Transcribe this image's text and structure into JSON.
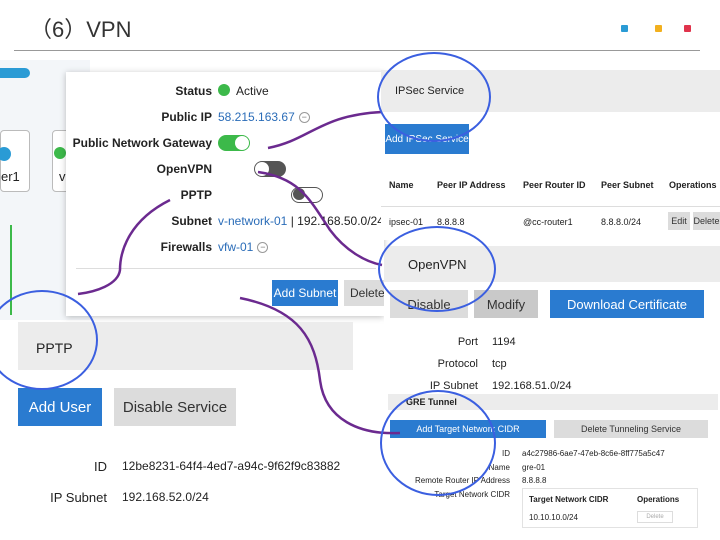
{
  "slide": {
    "title": "（6）VPN"
  },
  "colors": {
    "accent": "#2a7bd0",
    "active": "#3cb94a",
    "annot": "#3b5fe0",
    "connector": "#6b2a8f"
  },
  "bg": {
    "router_label": "er1",
    "v_label": "v"
  },
  "gateway_panel": {
    "status_label": "Status",
    "status_value": "Active",
    "public_ip_label": "Public IP",
    "public_ip_value": "58.215.163.67",
    "png_label": "Public Network Gateway",
    "openvpn_label": "OpenVPN",
    "pptp_label": "PPTP",
    "subnet_label": "Subnet",
    "subnet_link": "v-network-01",
    "subnet_value": "| 192.168.50.0/24",
    "firewalls_label": "Firewalls",
    "firewalls_value": "vfw-01",
    "add_subnet": "Add Subnet",
    "delete": "Delete"
  },
  "ipsec": {
    "header": "IPSec Service",
    "add_button": "Add IPSec Service",
    "columns": [
      "Name",
      "Peer IP Address",
      "Peer Router ID",
      "Peer Subnet",
      "Operations"
    ],
    "rows": [
      {
        "name": "ipsec-01",
        "peer_ip": "8.8.8.8",
        "router_id": "@cc-router1",
        "subnet": "8.8.8.0/24",
        "edit": "Edit",
        "delete": "Delete"
      }
    ]
  },
  "openvpn": {
    "header": "OpenVPN",
    "disable": "Disable",
    "modify": "Modify",
    "download": "Download Certificate",
    "port_label": "Port",
    "port_value": "1194",
    "protocol_label": "Protocol",
    "protocol_value": "tcp",
    "subnet_label": "IP Subnet",
    "subnet_value": "192.168.51.0/24"
  },
  "gre": {
    "header": "GRE Tunnel",
    "add_button": "Add Target Network CIDR",
    "delete_button": "Delete Tunneling Service",
    "id_label": "ID",
    "id_value": "a4c27986-6ae7-47eb-8c6e-8ff775a5c47",
    "name_label": "Name",
    "name_value": "gre-01",
    "remote_label": "Remote Router IP Address",
    "remote_value": "8.8.8.8",
    "target_label": "Target Network CIDR",
    "col_cidr": "Target Network CIDR",
    "col_ops": "Operations",
    "cidr_value": "10.10.10.0/24",
    "ops_button": "Delete"
  },
  "pptp": {
    "header": "PPTP",
    "add_user": "Add User",
    "disable_service": "Disable Service",
    "id_label": "ID",
    "id_value": "12be8231-64f4-4ed7-a94c-9f62f9c83882",
    "subnet_label": "IP Subnet",
    "subnet_value": "192.168.52.0/24"
  }
}
